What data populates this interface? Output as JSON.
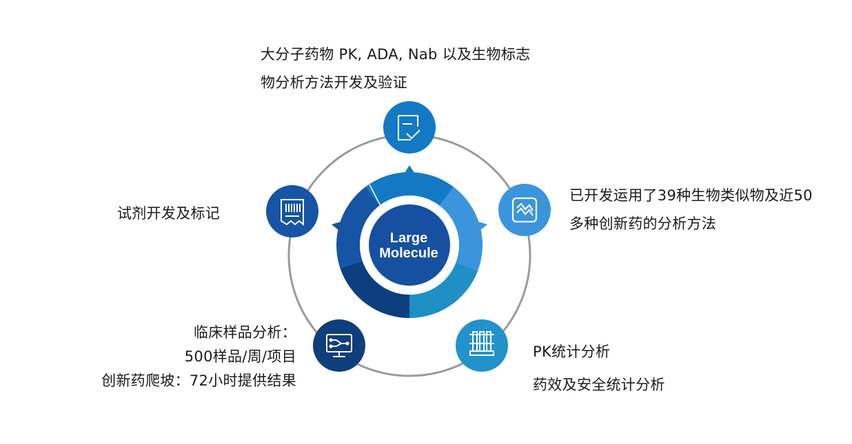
{
  "center": {
    "line1": "Large",
    "line2": "Molecule"
  },
  "nodes": {
    "top": {
      "icon": "document-check-icon",
      "color": "#1479c4",
      "lines": [
        "大分子药物 PK, ADA, Nab 以及生物标志",
        "物分析方法开发及验证"
      ]
    },
    "right_top": {
      "icon": "line-chart-icon",
      "color": "#3b95dd",
      "lines": [
        "已开发运用了39种生物类似物及近50",
        "多种创新药的分析方法"
      ]
    },
    "left": {
      "icon": "barcode-receipt-icon",
      "color": "#1654a4",
      "lines": [
        "试剂开发及标记"
      ]
    },
    "bottom_left": {
      "icon": "monitor-network-icon",
      "color": "#0f3e7c",
      "lines": [
        "临床样品分析：",
        "500样品/周/项目",
        "创新药爬坡：72小时提供结果"
      ]
    },
    "bottom_right": {
      "icon": "test-tubes-icon",
      "color": "#2192cc",
      "lines": [
        "PK统计分析",
        "药效及安全统计分析"
      ]
    }
  },
  "colors": {
    "ring": "#9a9a9a",
    "segment_top": "#1479c4",
    "segment_right": "#3b95dd",
    "segment_bottom_right": "#1f8fc6",
    "segment_bottom_left": "#0d3f7e",
    "segment_left": "#1654a4",
    "center": "#1650a0"
  }
}
